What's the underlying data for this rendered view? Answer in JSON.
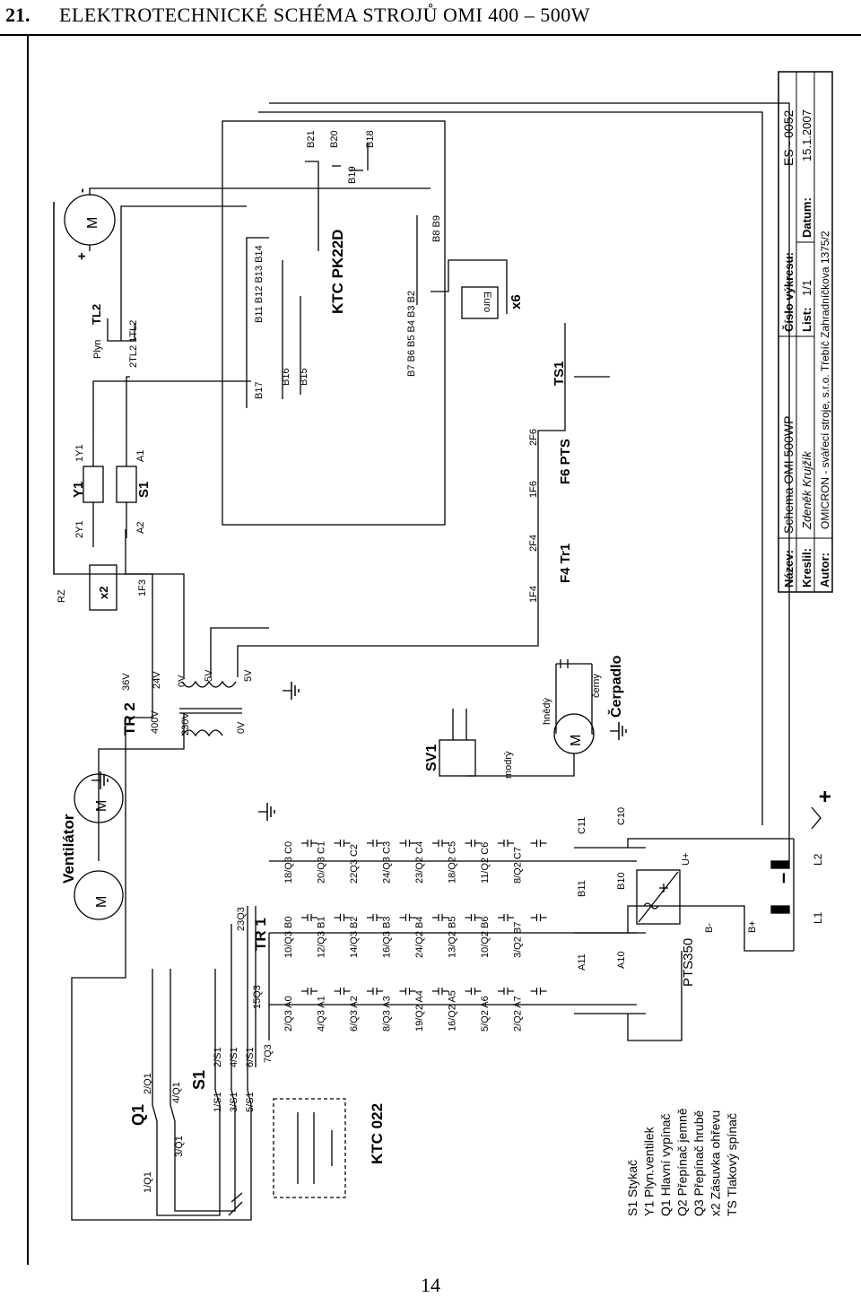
{
  "header": {
    "number": "21.",
    "title": "ELEKTROTECHNICKÉ SCHÉMA STROJŮ OMI 400 – 500W"
  },
  "page_number": "14",
  "labels": {
    "ventilator": "Ventilátor",
    "q1": "Q1",
    "q1_1": "1/Q1",
    "q1_2": "2/Q1",
    "q1_3": "3/Q1",
    "q1_4": "4/Q1",
    "s1": "S1",
    "s1_1": "1/S1",
    "s1_2": "2/S1",
    "s1_3": "3/S1",
    "s1_4": "4/S1",
    "s1_5": "5/S1",
    "s1_6": "6/S1",
    "ktc022": "KTC 022",
    "tr1": "TR 1",
    "q3_7": "7Q3",
    "q3_15": "15Q3",
    "q3_23": "23Q3",
    "tr2": "TR 2",
    "v400": "400V",
    "v230": "230V",
    "v0a": "0V",
    "v36": "36V",
    "v24": "24V",
    "v0b": "0V",
    "v5a": "5V",
    "v5b": "5V",
    "sv1": "SV1",
    "modry": "modrý",
    "hnedy": "hnědý",
    "cerny": "černý",
    "cerpadlo": "Čerpadlo",
    "pts350": "PTS350",
    "bminus": "B-",
    "bplus": "B+",
    "uplus": "U+",
    "l1": "L1",
    "l2": "L2",
    "plus": "+",
    "minus": "–",
    "a10": "A10",
    "a11": "A11",
    "b10": "B10",
    "b11": "B11",
    "c10": "C10",
    "c11": "C11",
    "rz": "RZ",
    "x2": "x2",
    "f3": "1F3",
    "y1": "Y1",
    "y1a": "2Y1",
    "y1b": "1Y1",
    "s1coil": "S1",
    "a2": "A2",
    "a1": "A1",
    "plyn": "Plyn",
    "tl2": "TL2",
    "tl2pins": "2TL2 1TL2",
    "m": "M",
    "mplus": "+",
    "mminus": "-",
    "ktcpk22d": "KTC PK22D",
    "b11b14": "B11 B12 B13 B14",
    "b17": "B17",
    "b16": "B16",
    "b15": "B15",
    "b21": "B21",
    "b20": "B20",
    "b19": "B19",
    "b18": "B18",
    "b7b2": "B7 B6 B5 B4 B3 B2",
    "b8b9": "B8 B9",
    "euro": "Euro",
    "x6": "x6",
    "f4tr1": "F4 Tr1",
    "f4_1": "1F4",
    "f4_2": "2F4",
    "f6pts": "F6 PTS",
    "f6_1": "1F6",
    "f6_2": "2F6",
    "ts1": "TS1"
  },
  "switch_matrix": [
    [
      "2/Q3  A0",
      "10/Q3  B0",
      "18/Q3  C0"
    ],
    [
      "4/Q3  A1",
      "12/Q3  B1",
      "20/Q3  C1"
    ],
    [
      "6/Q3  A2",
      "14/Q3  B2",
      "22Q3  C2"
    ],
    [
      "8/Q3  A3",
      "16/Q3  B3",
      "24/Q3  C3"
    ],
    [
      "19/Q2  A4",
      "24/Q2  B4",
      "23/Q2  C4"
    ],
    [
      "16/Q2  A5",
      "13/Q2  B5",
      "18/Q2  C5"
    ],
    [
      "5/Q2  A6",
      "10/Q2  B6",
      "11/Q2  C6"
    ],
    [
      "2/Q2  A7",
      "3/Q2  B7",
      "8/Q2  C7"
    ]
  ],
  "title_block": {
    "nazev_label": "Název:",
    "nazev": "Schema OMI 500WP",
    "cislo_label": "Číslo výkresu:",
    "cislo": "ES - 0052",
    "kreslil_label": "Kreslil:",
    "kreslil": "Zdeněk Krujžík",
    "list_label": "List:",
    "list": "1/1",
    "datum_label": "Datum:",
    "datum": "15.1.2007",
    "autor_label": "Autor:",
    "autor": "OMICRON - svářecí stroje, s.r.o.  Třebíč Zahradníčkova 1375/2"
  },
  "legend": [
    "S1   Stykač",
    "Y1   Plyn.ventilek",
    "Q1   Hlavní vypínač",
    "Q2   Přepínač jemně",
    "Q3   Přepínač hrubě",
    "x2   Zásuvka ohřevu",
    "TS   Tlakový spínač"
  ]
}
